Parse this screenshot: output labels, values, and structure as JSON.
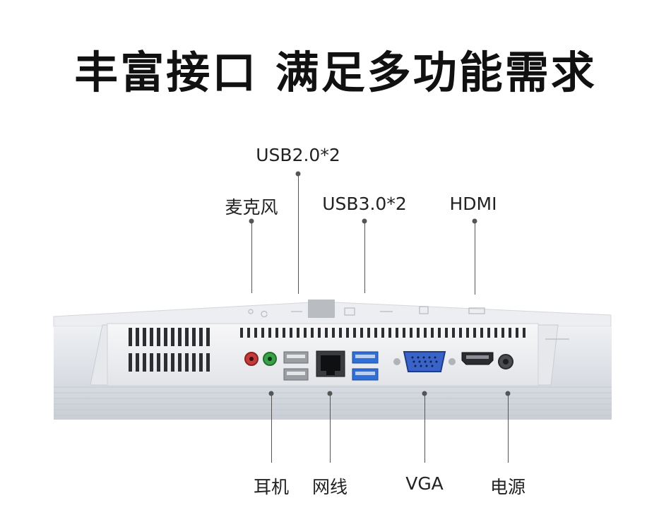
{
  "headline": "丰富接口 满足多功能需求",
  "ports": {
    "mic": "麦克风",
    "usb2": "USB2.0*2",
    "usb3": "USB3.0*2",
    "hdmi": "HDMI",
    "headphone": "耳机",
    "lan": "网线",
    "vga": "VGA",
    "power": "电源"
  },
  "colors": {
    "mic_jack": "#c43a3a",
    "headphone_jack": "#3aa04a",
    "usb3_blue": "#2f6fd6",
    "vga_blue": "#3a63c9"
  }
}
